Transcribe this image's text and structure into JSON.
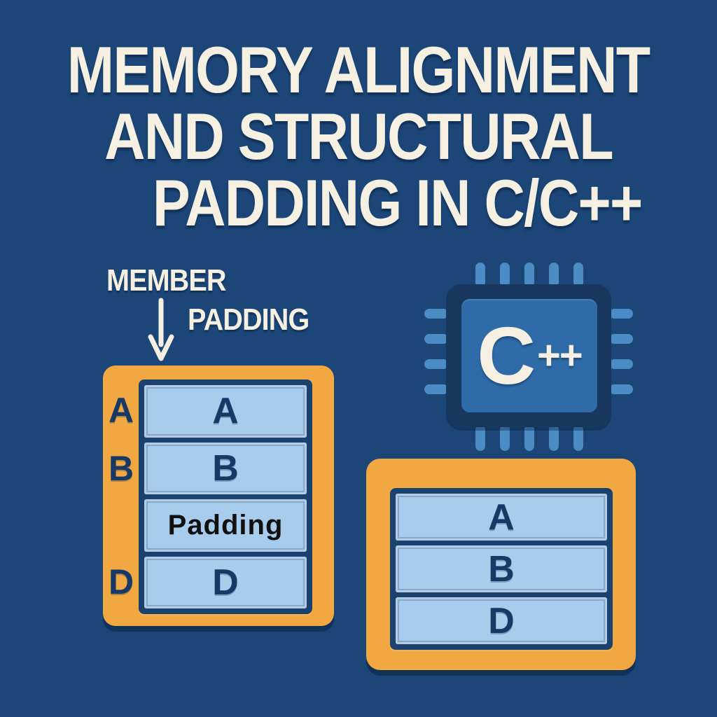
{
  "title": {
    "line1": "MEMORY ALIGNMENT",
    "line2": "AND STRUCTURAL",
    "line3": "PADDING IN C/C++"
  },
  "annotation": {
    "member_label": "MEMBER",
    "padding_label": "PADDING",
    "arrow_icon": "down-arrow"
  },
  "padded_struct": {
    "outside_labels": [
      "A",
      "B",
      "D"
    ],
    "rows": [
      {
        "label": "A",
        "type": "member"
      },
      {
        "label": "B",
        "type": "member"
      },
      {
        "label": "Padding",
        "type": "padding"
      },
      {
        "label": "D",
        "type": "member"
      }
    ]
  },
  "chip": {
    "icon": "cpu-chip",
    "label_main": "C",
    "label_plus": "++"
  },
  "packed_struct": {
    "rows": [
      {
        "label": "A"
      },
      {
        "label": "B"
      },
      {
        "label": "D"
      }
    ]
  },
  "colors": {
    "background": "#1B4677",
    "title_text": "#F5F0E2",
    "orange": "#F1A742",
    "light_blue": "#A8CDEC",
    "navy_frame": "#1B416F",
    "navy_text": "#173966",
    "chip_body": "#17375F",
    "chip_panel": "#2E6BA8",
    "chip_pin": "#4B8CC5",
    "padding_text": "#111111"
  }
}
